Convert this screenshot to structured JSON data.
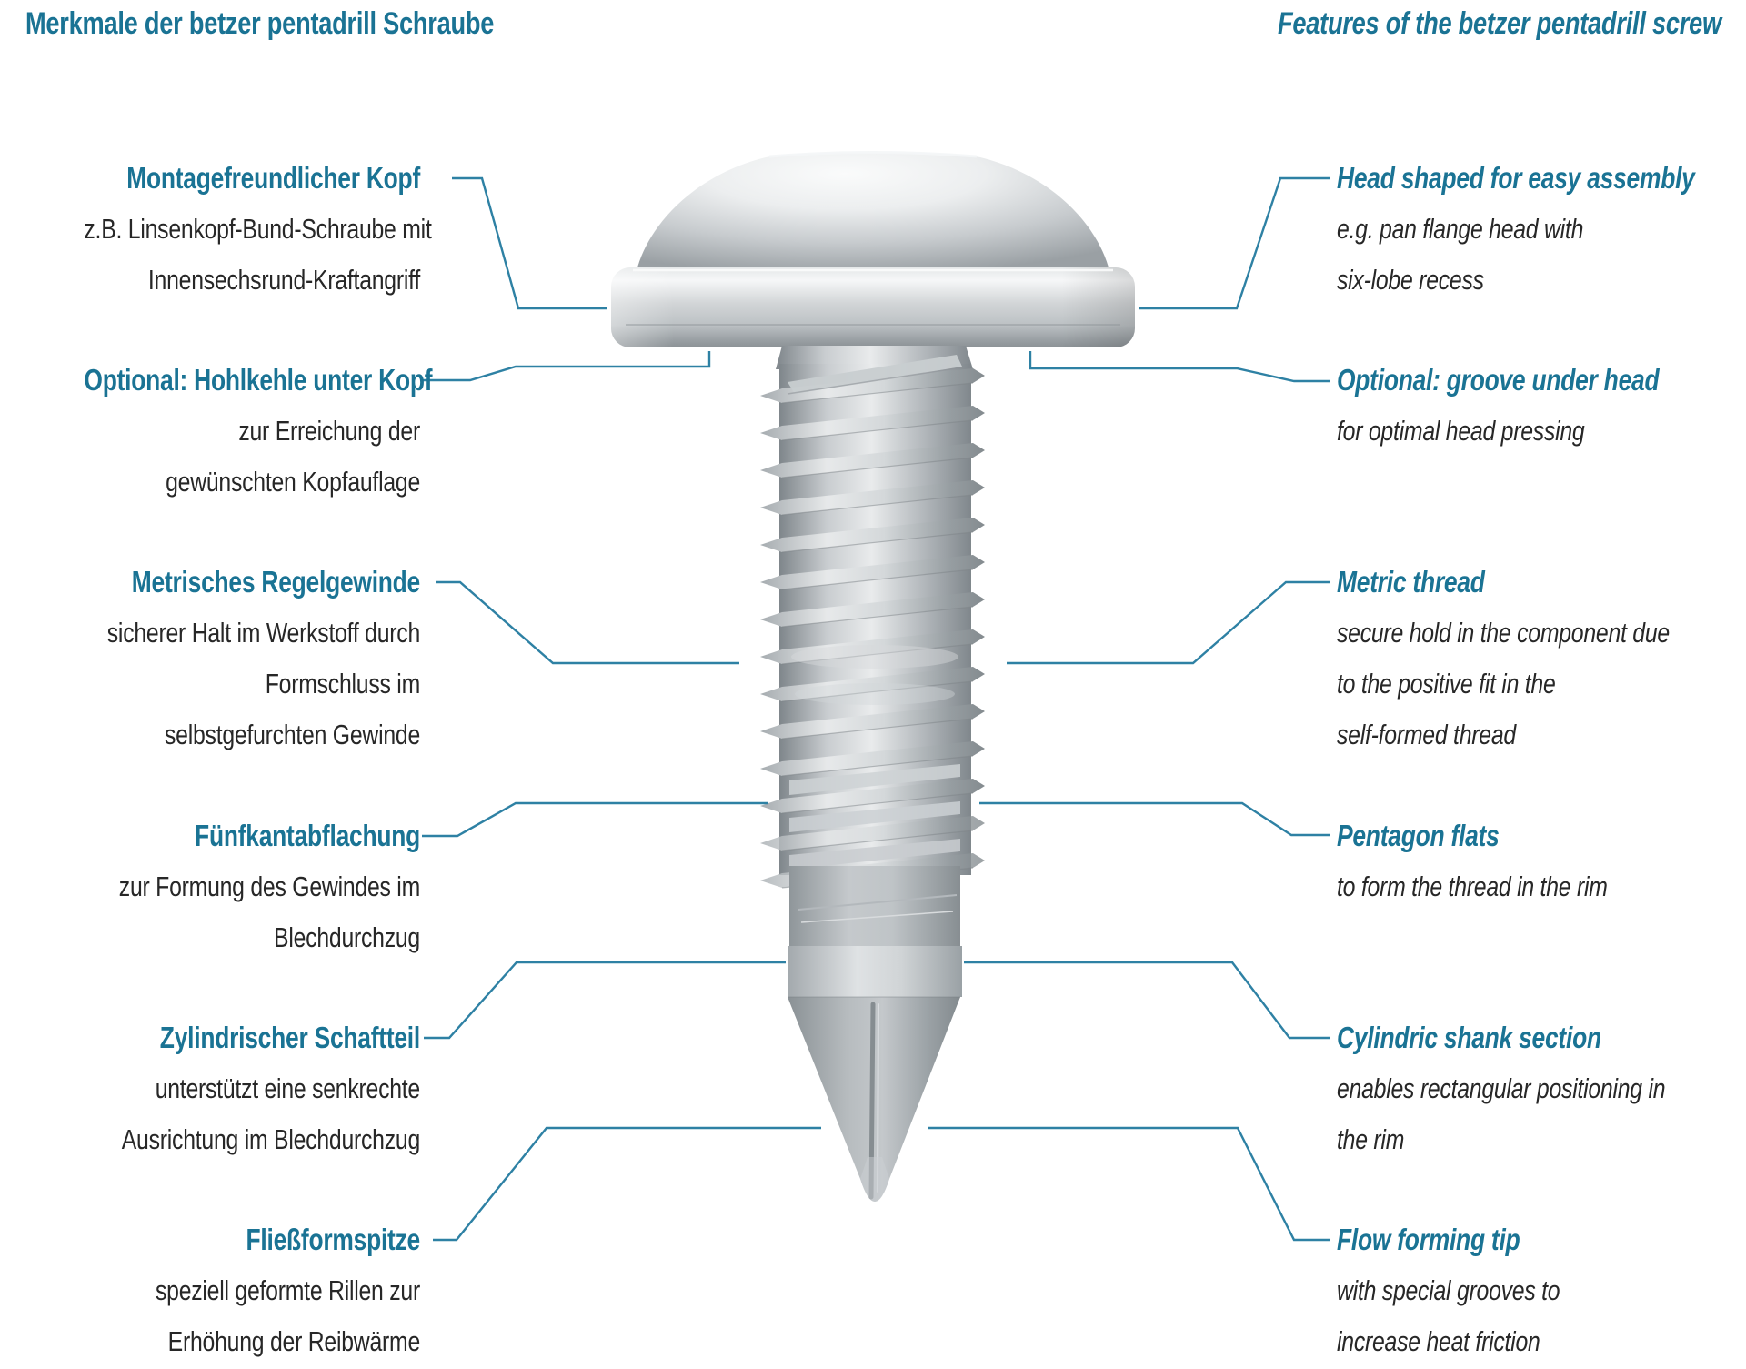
{
  "colors": {
    "accent_teal": "#1a7394",
    "callout_line": "#2e81a4",
    "body_text": "#272727",
    "background": "#ffffff",
    "metal_light": "#f5f6f7",
    "metal_mid": "#c6cacd",
    "metal_dark": "#878d91"
  },
  "title_left": "Merkmale der betzer pentadrill Schraube",
  "title_right": "Features of the betzer pentadrill screw",
  "illustration_alt": "Render of a pan flange head screw with metric thread, pentagon flats, cylindric shank and flow forming tip",
  "features_de": [
    {
      "heading": "Montagefreundlicher Kopf",
      "lines": [
        "z.B. Linsenkopf-Bund-Schraube mit",
        "Innensechsrund-Kraftangriff"
      ]
    },
    {
      "heading": "Optional: Hohlkehle unter Kopf",
      "lines": [
        "zur Erreichung der",
        "gewünschten Kopfauflage"
      ]
    },
    {
      "heading": "Metrisches Regelgewinde",
      "lines": [
        "sicherer Halt im Werkstoff durch",
        "Formschluss im",
        "selbstgefurchten Gewinde"
      ]
    },
    {
      "heading": "Fünfkantabflachung",
      "lines": [
        "zur Formung des Gewindes im",
        "Blechdurchzug"
      ]
    },
    {
      "heading": "Zylindrischer Schaftteil",
      "lines": [
        "unterstützt eine senkrechte",
        "Ausrichtung im Blechdurchzug"
      ]
    },
    {
      "heading": "Fließformspitze",
      "lines": [
        "speziell geformte Rillen zur",
        "Erhöhung der Reibwärme"
      ]
    }
  ],
  "features_en": [
    {
      "heading": "Head shaped for easy assembly",
      "lines": [
        "e.g. pan flange head with",
        "six-lobe recess"
      ]
    },
    {
      "heading": "Optional: groove under head",
      "lines": [
        "for optimal head pressing"
      ]
    },
    {
      "heading": "Metric thread",
      "lines": [
        "secure hold in the component due",
        "to the positive fit in the",
        "self-formed thread"
      ]
    },
    {
      "heading": "Pentagon flats",
      "lines": [
        "to form the thread in the rim"
      ]
    },
    {
      "heading": "Cylindric shank section",
      "lines": [
        "enables rectangular positioning in",
        "the rim"
      ]
    },
    {
      "heading": "Flow forming tip",
      "lines": [
        "with special grooves to",
        "increase heat friction"
      ]
    }
  ]
}
